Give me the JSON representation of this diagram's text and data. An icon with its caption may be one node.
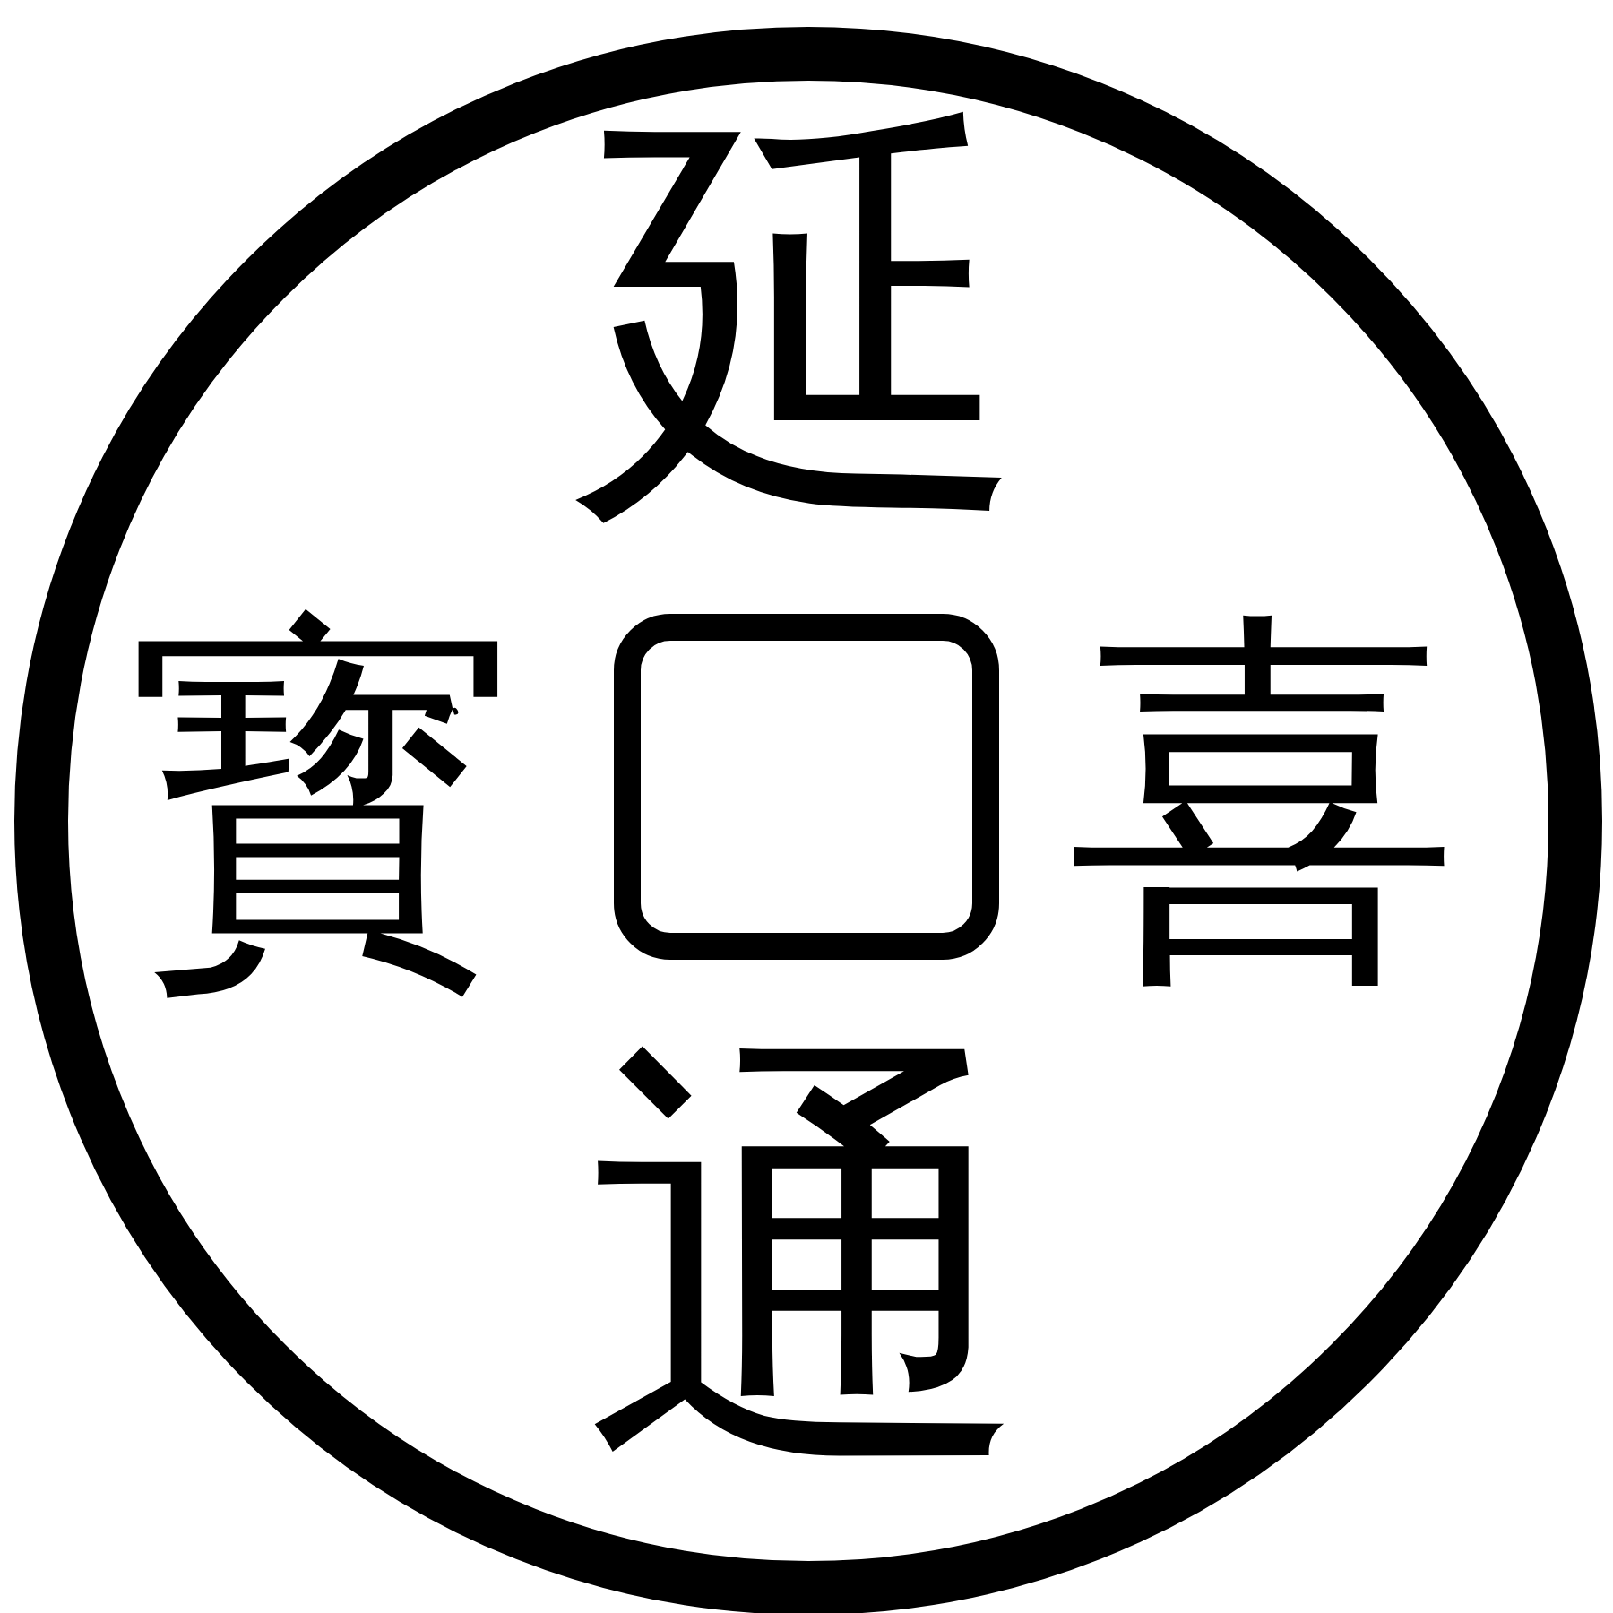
{
  "diagram": {
    "labels": [
      "延",
      "喜",
      "通",
      "寳"
    ]
  }
}
